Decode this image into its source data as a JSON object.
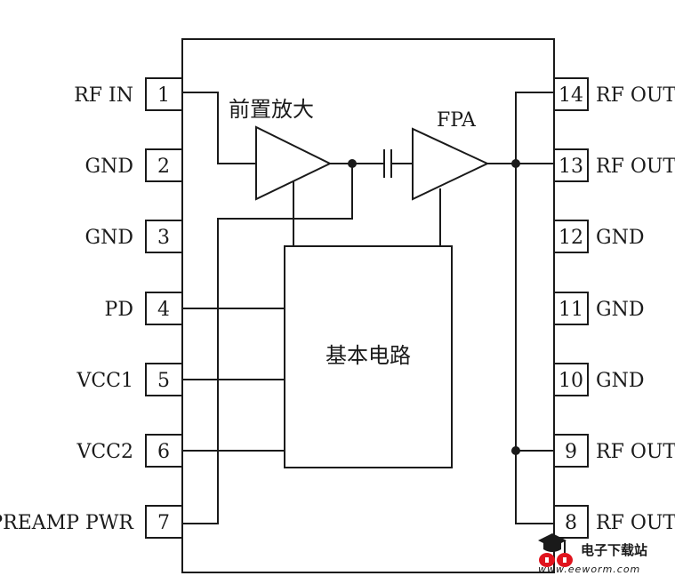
{
  "chip": {
    "preamp_label": "前置放大",
    "fpa_label": "FPA",
    "core_label": "基本电路"
  },
  "pins_left": [
    {
      "num": "1",
      "label": "RF IN"
    },
    {
      "num": "2",
      "label": "GND"
    },
    {
      "num": "3",
      "label": "GND"
    },
    {
      "num": "4",
      "label": "PD"
    },
    {
      "num": "5",
      "label": "VCC1"
    },
    {
      "num": "6",
      "label": "VCC2"
    },
    {
      "num": "7",
      "label": "PREAMP PWR"
    }
  ],
  "pins_right": [
    {
      "num": "14",
      "label": "RF OUT"
    },
    {
      "num": "13",
      "label": "RF OUT"
    },
    {
      "num": "12",
      "label": "GND"
    },
    {
      "num": "11",
      "label": "GND"
    },
    {
      "num": "10",
      "label": "GND"
    },
    {
      "num": "9",
      "label": "RF OUT"
    },
    {
      "num": "8",
      "label": "RF OUT"
    }
  ],
  "watermark": {
    "brand": "电子下载站",
    "url": "www.eeworm.com"
  },
  "colors": {
    "line": "#1a1a1a",
    "watermark_red": "#e0141e"
  }
}
